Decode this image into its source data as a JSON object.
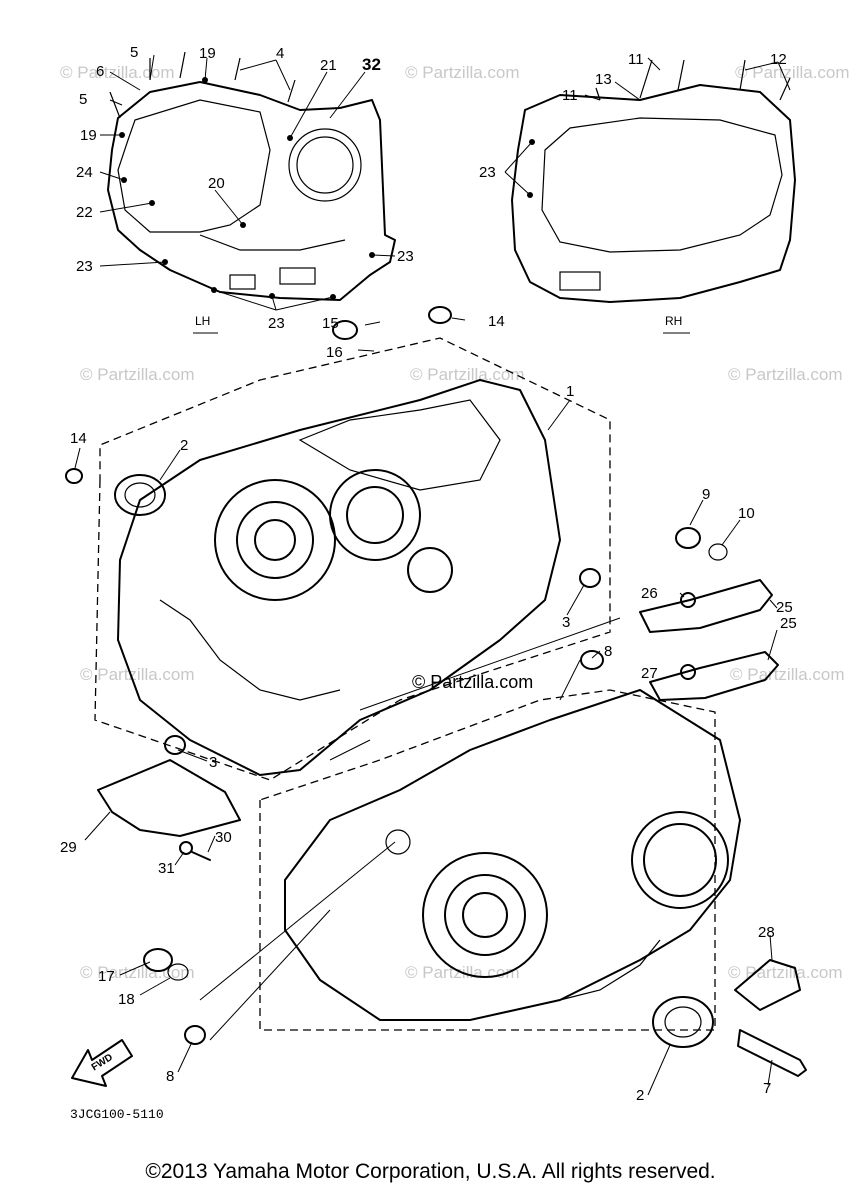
{
  "watermark": "© Partzilla.com",
  "diagram_code": "3JCG100-5110",
  "copyright": "©2013 Yamaha Motor Corporation, U.S.A. All rights reserved.",
  "fwd_label": "FWD",
  "side_labels": {
    "left": "LH",
    "right": "RH"
  },
  "callouts": [
    "5",
    "19",
    "4",
    "21",
    "32",
    "6",
    "5",
    "19",
    "24",
    "20",
    "22",
    "23",
    "23",
    "23",
    "11",
    "12",
    "13",
    "11",
    "23",
    "15",
    "14",
    "16",
    "1",
    "14",
    "2",
    "9",
    "10",
    "26",
    "25",
    "25",
    "3",
    "27",
    "8",
    "3",
    "29",
    "30",
    "31",
    "28",
    "17",
    "18",
    "8",
    "2",
    "7"
  ]
}
